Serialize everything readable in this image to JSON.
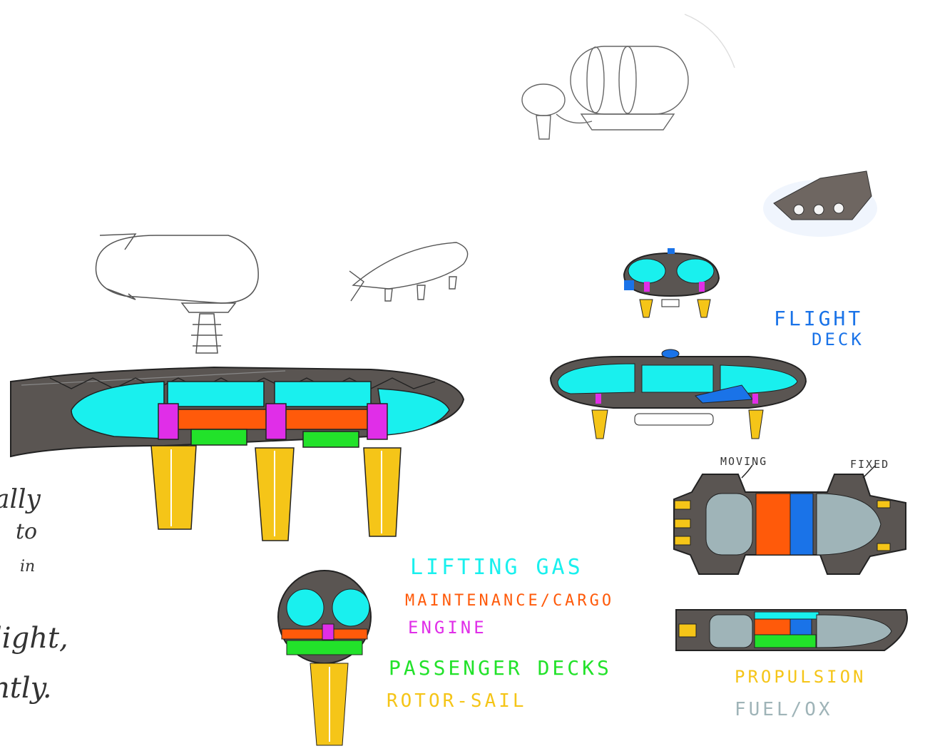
{
  "labels": {
    "flight_deck_1": "Flight",
    "flight_deck_2": "Deck",
    "moving": "Moving",
    "fixed": "Fixed",
    "propulsion": "Propulsion",
    "fuel_ox": "Fuel/Ox"
  },
  "legend": {
    "lifting_gas": "Lifting Gas",
    "maintenance_cargo": "Maintenance/Cargo",
    "engine": "Engine",
    "passenger_decks": "Passenger Decks",
    "rotor_sail": "Rotor-Sail"
  },
  "margin_notes": [
    "ally",
    "to",
    "in",
    "light,",
    "ntly."
  ],
  "colors": {
    "lifting_gas": "#19f0ee",
    "maintenance_cargo": "#ff5a0a",
    "engine": "#e02ee8",
    "passenger_decks": "#22e22a",
    "rotor_sail": "#f5c518",
    "flight_deck": "#1a73e8",
    "fuel_ox": "#9fb4b8",
    "hull": "#5a5552"
  }
}
